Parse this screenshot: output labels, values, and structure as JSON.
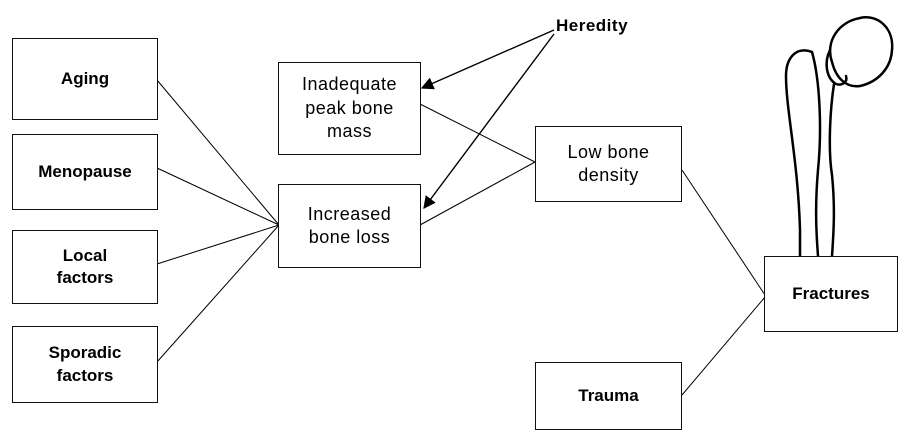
{
  "diagram": {
    "nodes": {
      "aging": "Aging",
      "menopause": "Menopause",
      "local_factors": "Local\nfactors",
      "sporadic_factors": "Sporadic\nfactors",
      "inadequate_peak": "Inadequate\npeak bone\nmass",
      "increased_loss": "Increased\nbone loss",
      "low_density": "Low bone\ndensity",
      "trauma": "Trauma",
      "fractures": "Fractures"
    },
    "heredity_label": "Heredity",
    "edges": [
      [
        "aging",
        "increased_loss"
      ],
      [
        "menopause",
        "increased_loss"
      ],
      [
        "local_factors",
        "increased_loss"
      ],
      [
        "sporadic_factors",
        "increased_loss"
      ],
      [
        "inadequate_peak",
        "low_density"
      ],
      [
        "increased_loss",
        "low_density"
      ],
      [
        "low_density",
        "fractures"
      ],
      [
        "trauma",
        "fractures"
      ],
      [
        "heredity",
        "inadequate_peak"
      ],
      [
        "heredity",
        "increased_loss"
      ]
    ]
  }
}
